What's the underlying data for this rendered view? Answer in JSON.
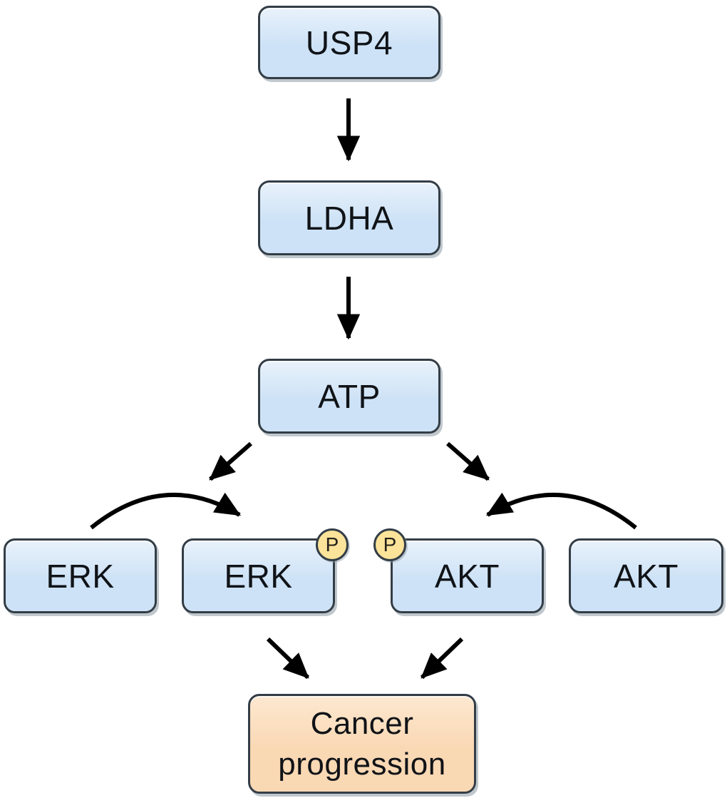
{
  "nodes": {
    "usp4": "USP4",
    "ldha": "LDHA",
    "atp": "ATP",
    "erk": "ERK",
    "erk_p": "ERK",
    "akt_p": "AKT",
    "akt": "AKT",
    "cancer": "Cancer progression"
  },
  "badges": {
    "erk_p": "P",
    "akt_p": "P"
  },
  "edges": [
    {
      "from": "USP4",
      "to": "LDHA",
      "style": "straight-down"
    },
    {
      "from": "LDHA",
      "to": "ATP",
      "style": "straight-down"
    },
    {
      "from": "ATP",
      "to": "ERK (phosphorylated)",
      "style": "diagonal"
    },
    {
      "from": "ATP",
      "to": "AKT (phosphorylated)",
      "style": "diagonal"
    },
    {
      "from": "ERK",
      "to": "ERK (phosphorylated)",
      "style": "curved"
    },
    {
      "from": "AKT",
      "to": "AKT (phosphorylated)",
      "style": "curved"
    },
    {
      "from": "ERK (phosphorylated)",
      "to": "Cancer progression",
      "style": "diagonal"
    },
    {
      "from": "AKT (phosphorylated)",
      "to": "Cancer progression",
      "style": "diagonal"
    }
  ],
  "colors": {
    "background": "#ffffff",
    "node_fill": "#cde2f6",
    "node_border": "#333d46",
    "cancer_fill": "#f9d8b4",
    "badge_fill": "#fbe39a",
    "arrow": "#000000"
  }
}
